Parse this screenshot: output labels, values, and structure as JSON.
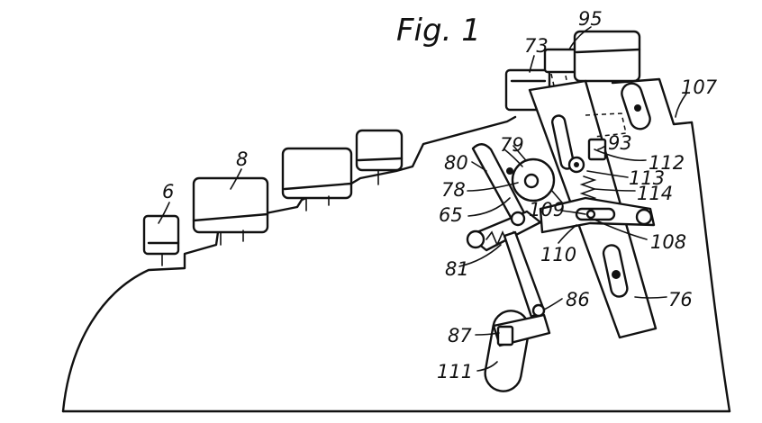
{
  "figure": {
    "title": "Fig. 1",
    "reference_numerals": {
      "r6": "6",
      "r8": "8",
      "r73": "73",
      "r95": "95",
      "r107": "107",
      "r79": "79",
      "r80": "80",
      "r78": "78",
      "r65": "65",
      "r93": "93",
      "r112": "112",
      "r113": "113",
      "r114": "114",
      "r109": "109",
      "r110": "110",
      "r108": "108",
      "r81": "81",
      "r86": "86",
      "r76": "76",
      "r87": "87",
      "r111": "111"
    }
  }
}
